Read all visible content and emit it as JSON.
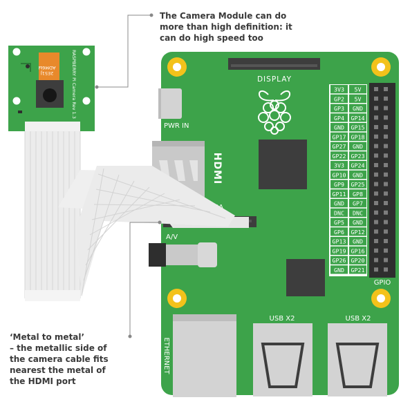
{
  "callouts": {
    "top": {
      "lines": [
        "The Camera Module can do",
        "more than high definition: it",
        "can do high speed too"
      ]
    },
    "bottom": {
      "lines": [
        "‘Metal to metal’",
        "– the metallic side of",
        "the camera cable fits",
        "nearest the metal of",
        "the HDMI port"
      ]
    }
  },
  "board": {
    "display_label": "DISPLAY",
    "pwr_label": "PWR IN",
    "hdmi_label": "HDMI",
    "camera_label": "CAMERA",
    "av_label": "A/V",
    "ethernet_label": "ETHERNET",
    "gpio_label": "GPIO",
    "usb1_label": "USB X2",
    "usb2_label": "USB X2",
    "logo_icon": "raspberry-icon",
    "gpio_pins": [
      [
        "3V3",
        "5V"
      ],
      [
        "GP2",
        "5V"
      ],
      [
        "GP3",
        "GND"
      ],
      [
        "GP4",
        "GP14"
      ],
      [
        "GND",
        "GP15"
      ],
      [
        "GP17",
        "GP18"
      ],
      [
        "GP27",
        "GND"
      ],
      [
        "GP22",
        "GP23"
      ],
      [
        "3V3",
        "GP24"
      ],
      [
        "GP10",
        "GND"
      ],
      [
        "GP9",
        "GP25"
      ],
      [
        "GP11",
        "GP8"
      ],
      [
        "GND",
        "GP7"
      ],
      [
        "DNC",
        "DNC"
      ],
      [
        "GP5",
        "GND"
      ],
      [
        "GP6",
        "GP12"
      ],
      [
        "GP13",
        "GND"
      ],
      [
        "GP19",
        "GP16"
      ],
      [
        "GP26",
        "GP20"
      ],
      [
        "GND",
        "GP21"
      ]
    ]
  },
  "camera_module": {
    "chip_text": [
      "ADM6Ы",
      "2E51J"
    ],
    "silkscreen": "RASPBERRY Pi Camera Rev 1.3"
  },
  "colors": {
    "board_green": "#3da34a",
    "dark_chip": "#3d3d3d",
    "gold_hole": "#f3c21b",
    "silver": "#d0d0d0",
    "cable": "#e8e8e8",
    "text_dark": "#3a3a3a"
  }
}
